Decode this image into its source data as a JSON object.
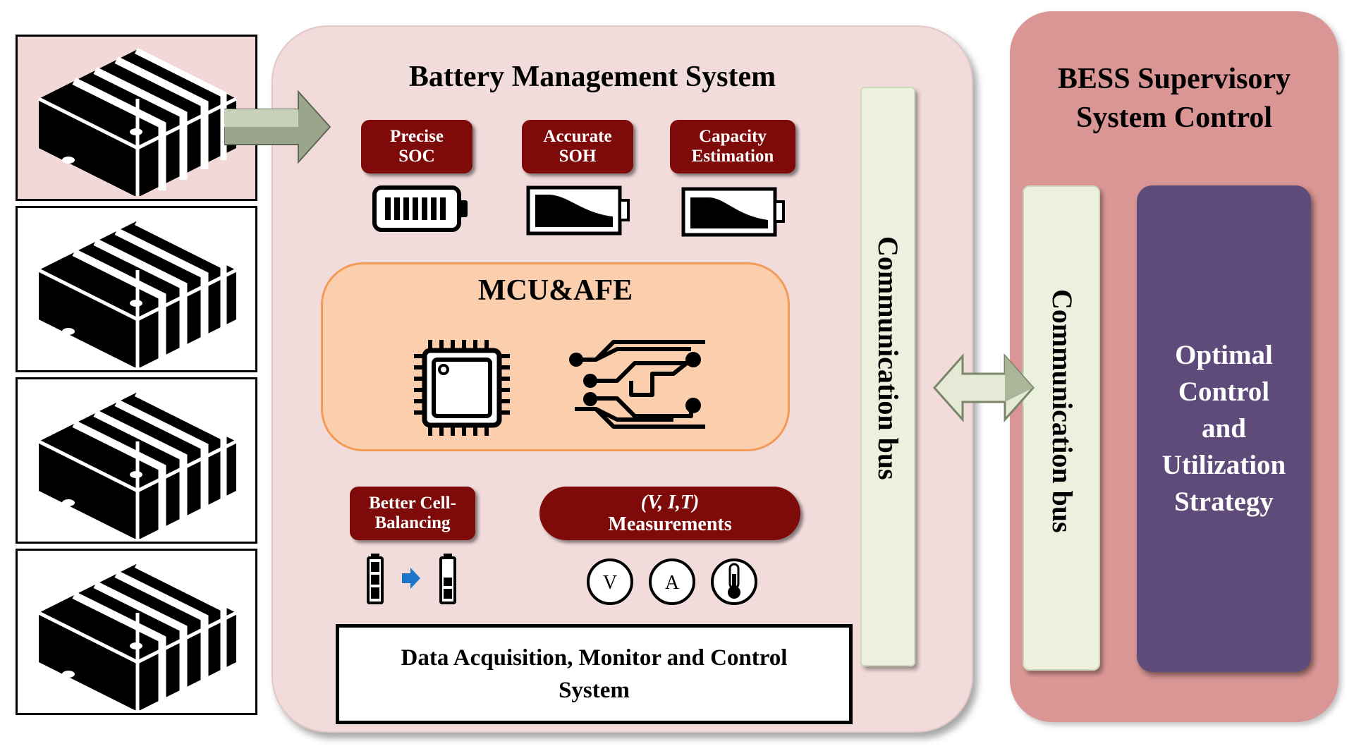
{
  "bms": {
    "title": "Battery Management System",
    "labels": {
      "soc": "Precise\nSOC",
      "soh": "Accurate\nSOH",
      "capacity": "Capacity\nEstimation",
      "balancing": "Better Cell-\nBalancing",
      "measurements_vars": "(V, I,T)",
      "measurements_word": "Measurements"
    },
    "mcu_title": "MCU&AFE",
    "meters": {
      "voltage": "V",
      "current": "A"
    },
    "daq": "Data Acquisition, Monitor and Control System",
    "comm_bus": "Communication bus"
  },
  "bess": {
    "title": "BESS Supervisory\nSystem Control",
    "comm_bus": "Communication bus",
    "strategy": "Optimal\nControl\nand\nUtilization\nStrategy"
  },
  "colors": {
    "label_red": "#7f0a0a",
    "bms_bg": "#f2dcdb",
    "mcu_bg": "#fbcfae",
    "bess_bg": "#d99694",
    "strategy_bg": "#5f4b7a",
    "comm_bg": "#ebf1de"
  },
  "icons": [
    "battery-module-icon",
    "full-battery-icon",
    "degraded-battery-icon",
    "microchip-icon",
    "circuit-traces-icon",
    "voltmeter-icon",
    "ammeter-icon",
    "thermometer-icon",
    "arrow-icon"
  ]
}
